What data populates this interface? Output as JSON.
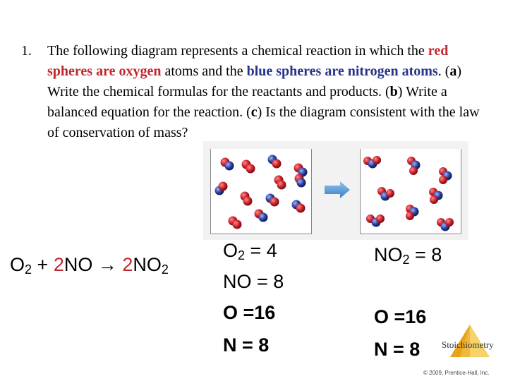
{
  "question": {
    "number": "1.",
    "t1": "The following diagram represents a chemical reaction in which the ",
    "red_phrase": "red spheres are oxygen",
    "t2": " atoms and the ",
    "blue_phrase": "blue spheres are nitrogen atoms",
    "t3": ". (",
    "a": "a",
    "t4": ") Write the chemical formulas for the reactants and products. (",
    "b": "b",
    "t5": ") Write a balanced equation for the reaction. (",
    "c": "c",
    "t6": ") Is the diagram consistent with the law of conservation of mass?"
  },
  "colors": {
    "oxygen": "#c8202a",
    "nitrogen": "#2a3f9e",
    "arrow": "#3f8fd0",
    "highlight": "#c0282d"
  },
  "equation": {
    "o": "O",
    "two_a": "2",
    "plus": " + ",
    "coef1": "2",
    "no": "NO",
    "arrow": " → ",
    "coef2": "2",
    "no2": "NO",
    "two_b": "2"
  },
  "reactant_counts": {
    "o2_label": "O",
    "o2_sub": "2",
    "o2_value": " = 4",
    "no_line": "NO = 8",
    "o_line": "O =16",
    "n_line": "N = 8"
  },
  "product_counts": {
    "no2_label": "NO",
    "no2_sub": "2",
    "no2_value": " = 8",
    "o_line": "O =16",
    "n_line": "N = 8"
  },
  "badge": {
    "label": "Stoichiometry",
    "icon": "pyramid-icon"
  },
  "copyright": "© 2009, Prentice-Hall, Inc."
}
